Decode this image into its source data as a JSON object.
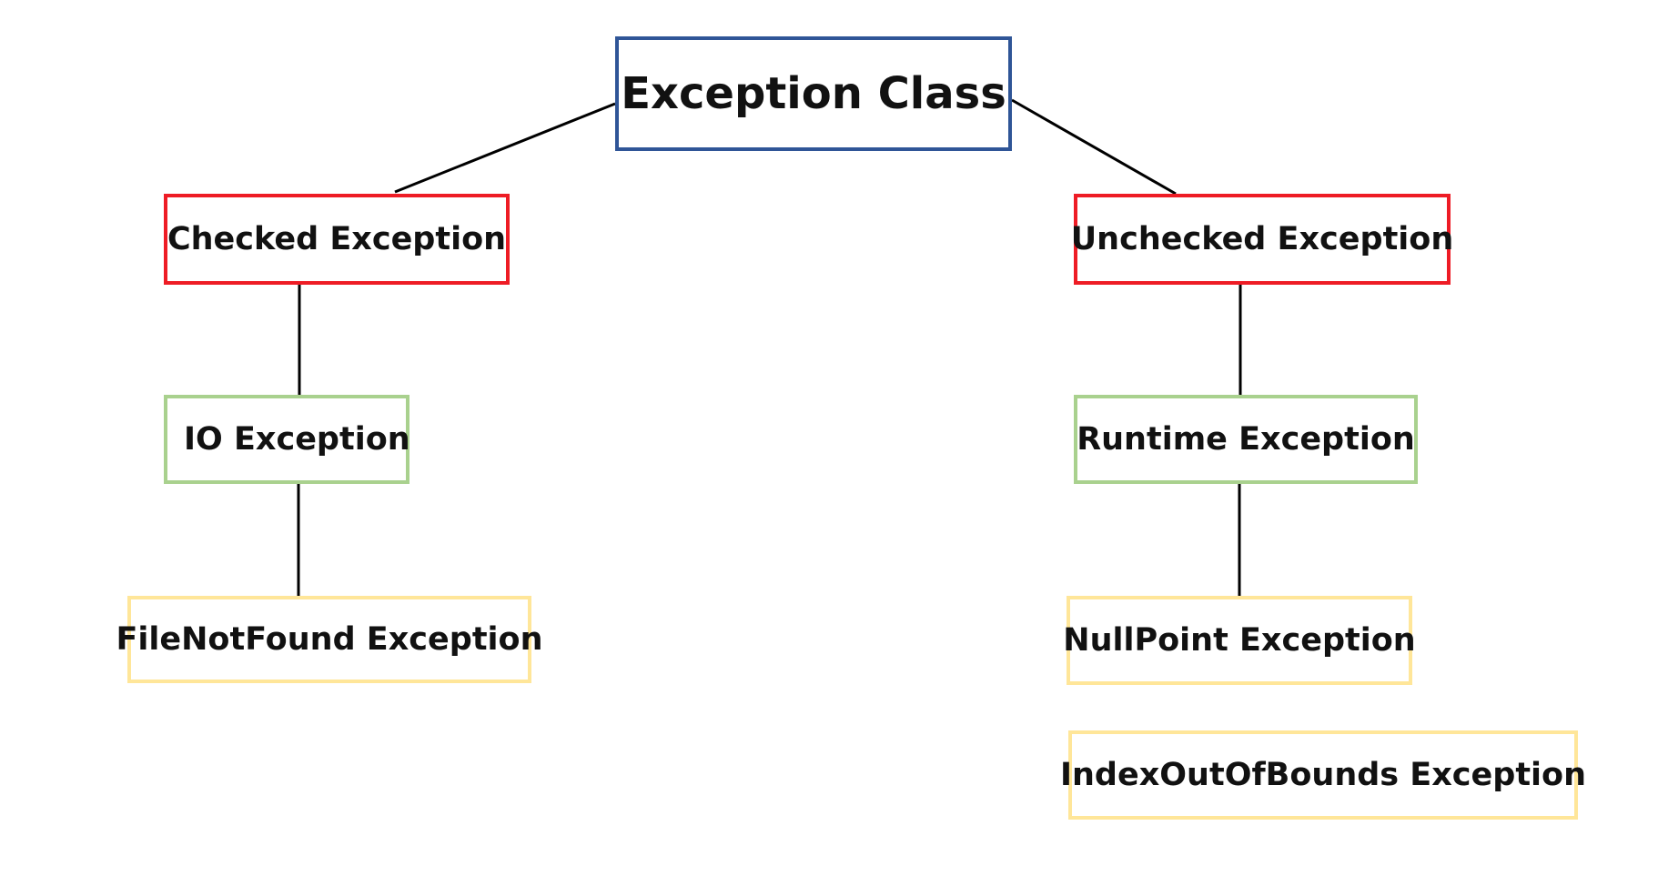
{
  "diagram": {
    "root": {
      "label": "Exception Class",
      "border_color": "#2f5597"
    },
    "branches": {
      "checked": {
        "label": "Checked Exception",
        "border_color": "#ee1c25",
        "child": {
          "label": "IO Exception",
          "border_color": "#a9d18e",
          "child": {
            "label": "FileNotFound Exception",
            "border_color": "#ffe699"
          }
        }
      },
      "unchecked": {
        "label": "Unchecked Exception",
        "border_color": "#ee1c25",
        "child": {
          "label": "Runtime Exception",
          "border_color": "#a9d18e",
          "children": [
            {
              "label": "NullPoint Exception",
              "border_color": "#ffe699"
            },
            {
              "label": "IndexOutOfBounds Exception",
              "border_color": "#ffe699"
            }
          ]
        }
      }
    },
    "edges": [
      {
        "from": "Exception Class",
        "to": "Checked Exception"
      },
      {
        "from": "Exception Class",
        "to": "Unchecked Exception"
      },
      {
        "from": "Checked Exception",
        "to": "IO Exception"
      },
      {
        "from": "IO Exception",
        "to": "FileNotFound Exception"
      },
      {
        "from": "Unchecked Exception",
        "to": "Runtime Exception"
      },
      {
        "from": "Runtime Exception",
        "to": "NullPoint Exception"
      }
    ],
    "line_color": "#000000"
  }
}
